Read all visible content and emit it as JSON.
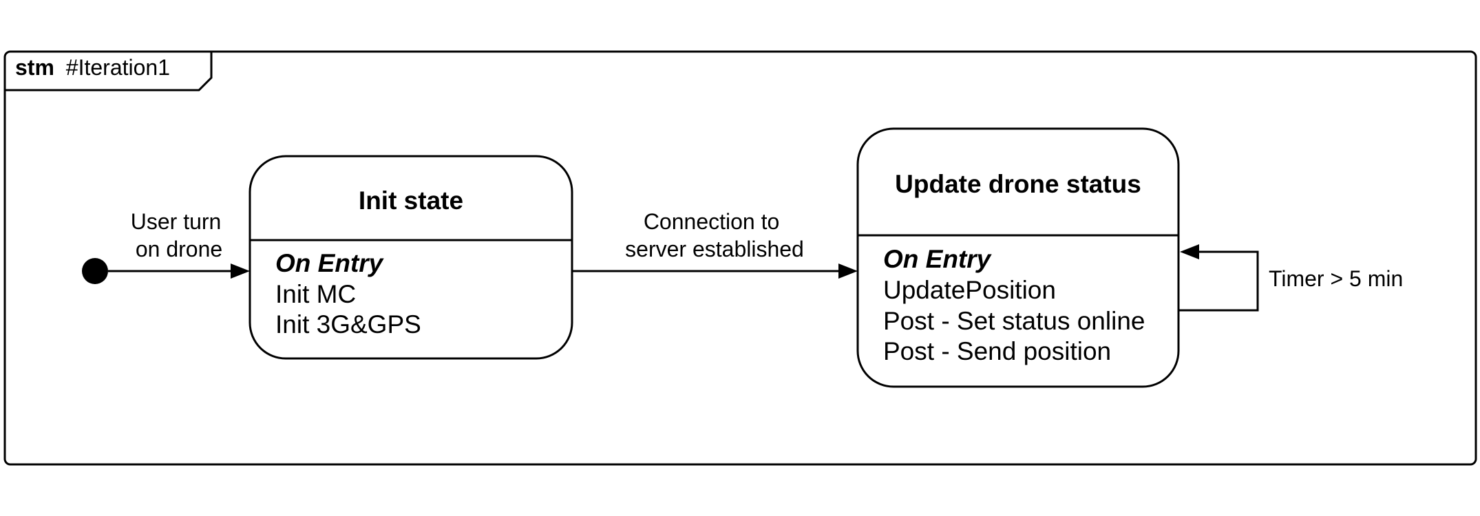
{
  "frame": {
    "keyword": "stm",
    "name": "#Iteration1"
  },
  "states": [
    {
      "title": "Init state",
      "entry_label": "On Entry",
      "actions": [
        "Init MC",
        "Init 3G&GPS"
      ]
    },
    {
      "title": "Update drone status",
      "entry_label": "On Entry",
      "actions": [
        "UpdatePosition",
        "Post - Set status online",
        "Post - Send position"
      ]
    }
  ],
  "transitions": [
    {
      "label_lines": [
        "User turn",
        "on drone"
      ]
    },
    {
      "label_lines": [
        "Connection to",
        "server established"
      ]
    },
    {
      "label_lines": [
        "Timer > 5 min"
      ]
    }
  ]
}
